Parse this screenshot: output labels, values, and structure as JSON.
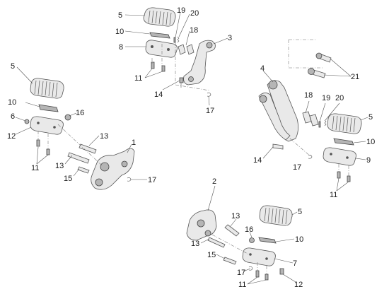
{
  "labels": {
    "c1": "1",
    "c2": "2",
    "c3": "3",
    "c4": "4",
    "c5a": "5",
    "c5b": "5",
    "c5c": "5",
    "c5d": "5",
    "c6": "6",
    "c7": "7",
    "c8": "8",
    "c9": "9",
    "c10a": "10",
    "c10b": "10",
    "c10c": "10",
    "c10d": "10",
    "c11a": "11",
    "c11b": "11",
    "c11c": "11",
    "c11d": "11",
    "c12a": "12",
    "c12b": "12",
    "c13a": "13",
    "c13b": "13",
    "c13c": "13",
    "c13d": "13",
    "c14a": "14",
    "c14b": "14",
    "c15a": "15",
    "c15b": "15",
    "c16a": "16",
    "c16b": "16",
    "c17a": "17",
    "c17b": "17",
    "c17c": "17",
    "c17d": "17",
    "c18a": "18",
    "c18b": "18",
    "c19a": "19",
    "c19b": "19",
    "c20a": "20",
    "c20b": "20",
    "c21": "21"
  }
}
